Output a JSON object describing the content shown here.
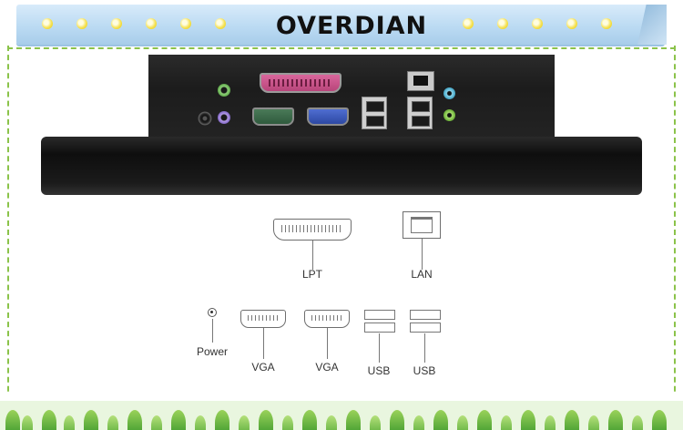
{
  "banner": {
    "brand": "OVERDIAN",
    "accent": "#b9d9f2",
    "dot_color": "#f6e35a"
  },
  "photo": {
    "description_icon": "industrial-panel-pc-rear-icon"
  },
  "ports": {
    "lpt_label": "LPT",
    "lan_label": "LAN",
    "power_label": "Power",
    "vga1_label": "VGA",
    "vga2_label": "VGA",
    "usb1_label": "USB",
    "usb2_label": "USB"
  },
  "footer": {
    "decoration_icon": "grass-icon",
    "grass_color": "#3e9a2e"
  }
}
